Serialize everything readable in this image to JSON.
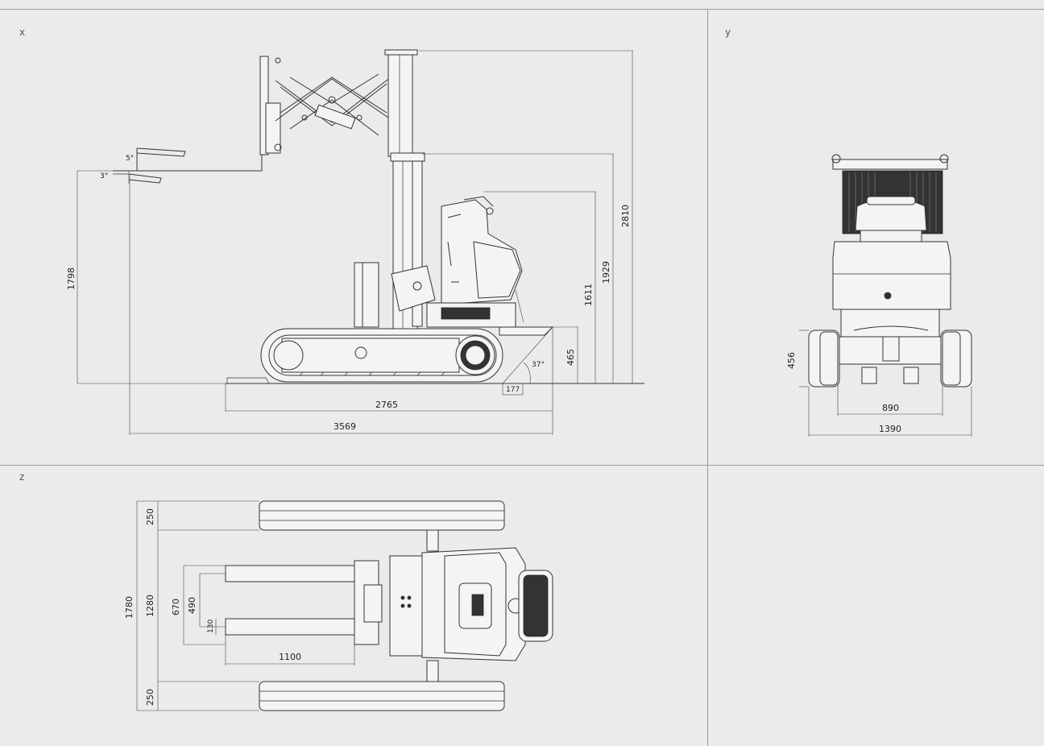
{
  "panels": {
    "x": {
      "label": "x",
      "dimensions": {
        "fork_tilt_up": "5°",
        "fork_tilt_down": "3°",
        "fork_lift_height": "1798",
        "mast_height": "2810",
        "overhead_guard_height": "1929",
        "seat_height": "1611",
        "ground_clearance_rear": "465",
        "departure_angle": "37°",
        "rear_overhang": "177",
        "track_length": "2765",
        "overall_length": "3569"
      }
    },
    "y": {
      "label": "y",
      "dimensions": {
        "track_height": "456",
        "inner_track_width": "890",
        "overall_width": "1390"
      }
    },
    "z": {
      "label": "z",
      "dimensions": {
        "overall_width": "1780",
        "track_width_top": "250",
        "inner_width": "1280",
        "track_width_bottom": "250",
        "fork_spread_outer": "670",
        "fork_spread_inner": "490",
        "fork_width": "130",
        "fork_length": "1100"
      }
    }
  },
  "colors": {
    "background": "#ebebeb",
    "grid_lines": "#9a9a9a",
    "drawing_lines": "#333333"
  }
}
